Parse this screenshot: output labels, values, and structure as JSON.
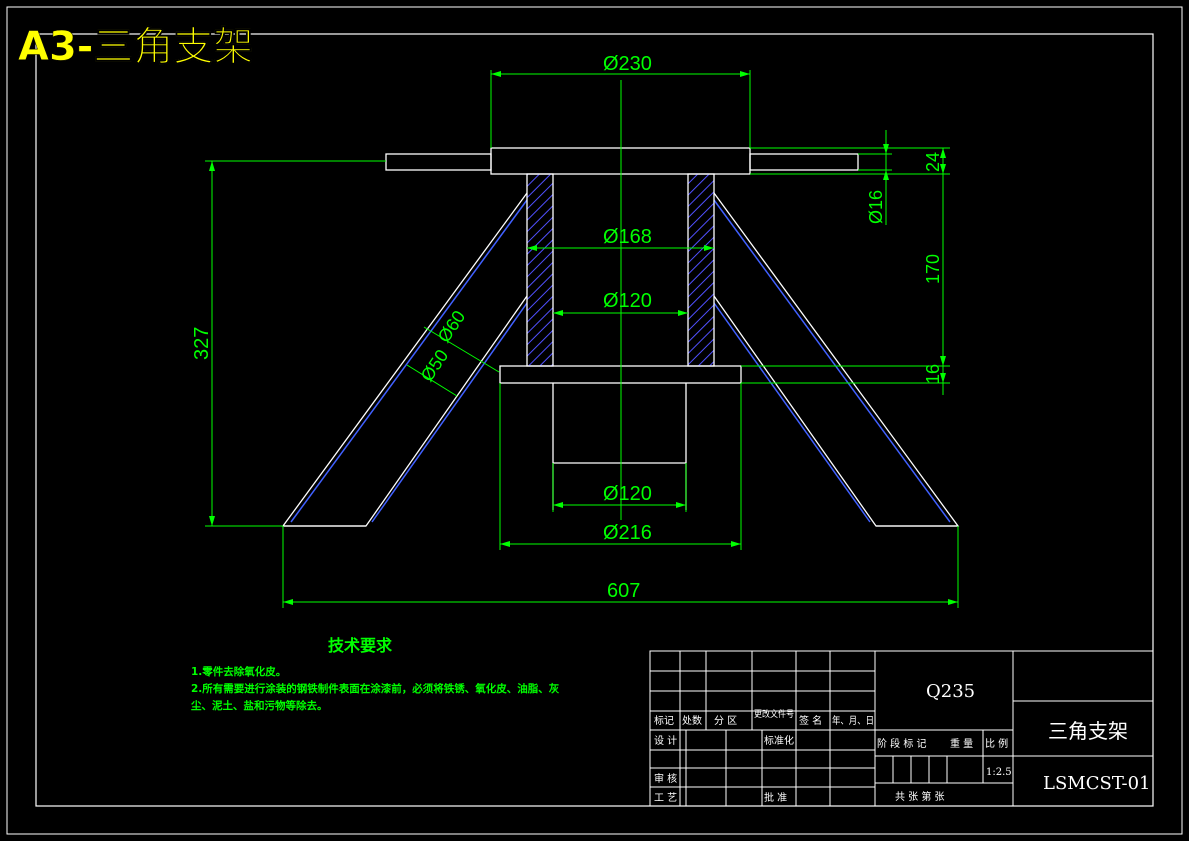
{
  "title": "A3-三角支架",
  "dimensions": {
    "d230": "Ø230",
    "d168": "Ø168",
    "d120_top": "Ø120",
    "d120_bottom": "Ø120",
    "d216": "Ø216",
    "d60": "Ø60",
    "d50": "Ø50",
    "d16": "Ø16",
    "h327": "327",
    "h24": "24",
    "h170": "170",
    "h16": "16",
    "w607": "607"
  },
  "notes": {
    "heading": "技术要求",
    "line1": "1.零件去除氧化皮。",
    "line2": "2.所有需要进行涂装的钢铁制件表面在涂漆前，必须将铁锈、氧化皮、油脂、灰",
    "line3": "尘、泥土、盐和污物等除去。"
  },
  "title_block": {
    "material": "Q235",
    "part_name": "三角支架",
    "drawing_no": "LSMCST-01",
    "scale": "1:2.5",
    "rev_headers": [
      "标记",
      "处数",
      "分 区",
      "更改文件号",
      "签 名",
      "年、月、日"
    ],
    "design": "设 计",
    "standardize": "标准化",
    "review": "审 核",
    "process": "工 艺",
    "approve": "批 准",
    "stage_headers": [
      "阶 段 标 记",
      "重 量",
      "比 例"
    ],
    "sheets": "共    张  第    张"
  },
  "colors": {
    "outline": "#ffffff",
    "dimension": "#00ff00",
    "hatch": "#4040ff",
    "title": "#ffff00"
  }
}
